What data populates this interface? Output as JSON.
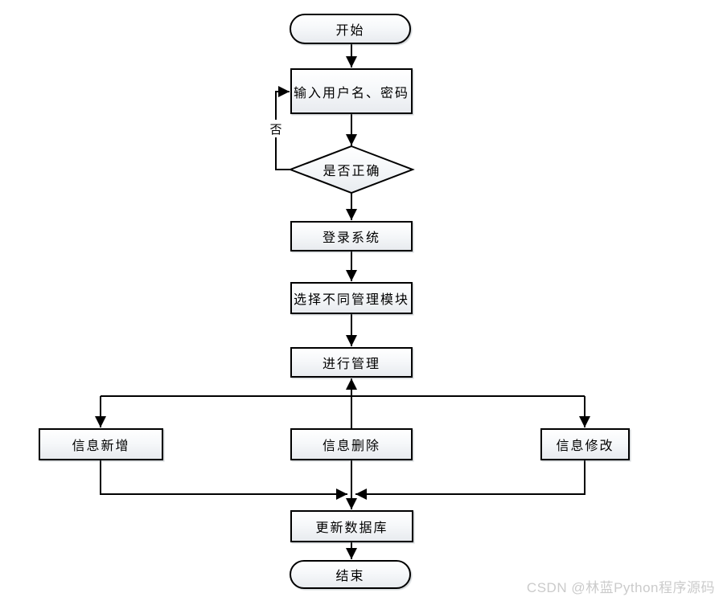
{
  "flowchart": {
    "nodes": {
      "start": "开始",
      "input_credentials": "输入用户名、密码",
      "decision_correct": "是否正确",
      "login_system": "登录系统",
      "select_module": "选择不同管理模块",
      "manage": "进行管理",
      "info_add": "信息新增",
      "info_delete": "信息删除",
      "info_modify": "信息修改",
      "update_database": "更新数据库",
      "end": "结束"
    },
    "edge_labels": {
      "no": "否"
    },
    "watermark": "CSDN @林蓝Python程序源码",
    "colors": {
      "line": "#000000",
      "node_border": "#000000",
      "node_fill_top": "#ffffff",
      "node_fill_bottom": "#e8ebef",
      "watermark_text": "#cbcbcb",
      "background": "#ffffff"
    }
  }
}
